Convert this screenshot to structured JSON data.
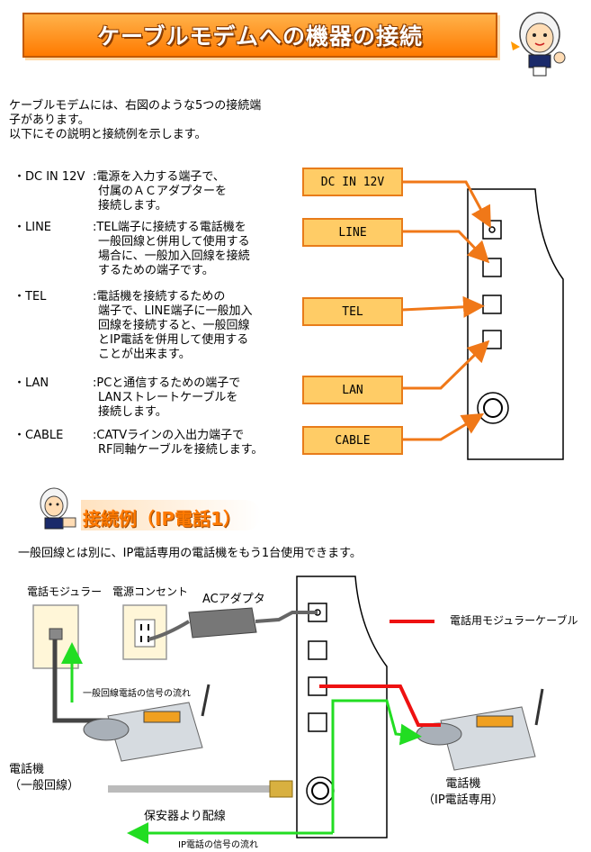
{
  "title": "ケーブルモデムへの機器の接続",
  "intro": {
    "line1": "ケーブルモデムには、右図のような5つの接続端",
    "line2": "子があります。",
    "line3": "以下にその説明と接続例を示します。"
  },
  "terminals": [
    {
      "name": "・DC IN 12V",
      "lines": [
        ":電源を入力する端子で、",
        "付属のＡＣアダプターを",
        "接続します。"
      ]
    },
    {
      "name": "・LINE",
      "lines": [
        ":TEL端子に接続する電話機を",
        "一般回線と併用して使用する",
        "場合に、一般加入回線を接続",
        "するための端子です。"
      ]
    },
    {
      "name": "・TEL",
      "lines": [
        ":電話機を接続するための",
        "端子で、LINE端子に一般加入",
        "回線を接続すると、一般回線",
        "とIP電話を併用して使用する",
        "ことが出来ます。"
      ]
    },
    {
      "name": "・LAN",
      "lines": [
        ":PCと通信するための端子で",
        "LANストレートケーブルを",
        "接続します。"
      ]
    },
    {
      "name": "・CABLE",
      "lines": [
        ":CATVラインの入出力端子で",
        "RF同軸ケーブルを接続します。"
      ]
    }
  ],
  "port_labels": [
    "DC IN 12V",
    "LINE",
    "TEL",
    "LAN",
    "CABLE"
  ],
  "section2": {
    "title": "接続例（IP電話1）",
    "description": "一般回線とは別に、IP電話専用の電話機をもう1台使用できます。"
  },
  "diagram": {
    "modular_label": "電話モジュラー",
    "outlet_label": "電源コンセント",
    "adapter_label": "ACアダプタ",
    "legend_label": "電話用モジュラーケーブル",
    "normal_flow_label": "一般回線電話の信号の流れ",
    "phone1_label_line1": "電話機",
    "phone1_label_line2": "（一般回線）",
    "protector_label": "保安器より配線",
    "ip_flow_label": "IP電話の信号の流れ",
    "phone2_label_line1": "電話機",
    "phone2_label_line2": "（IP電話専用）"
  },
  "colors": {
    "orange": "#ff7a00",
    "arrow_orange": "#f07818",
    "label_fill": "#ffcc66",
    "green": "#22dd22",
    "red": "#ee1111",
    "dark_cable": "#444444"
  }
}
